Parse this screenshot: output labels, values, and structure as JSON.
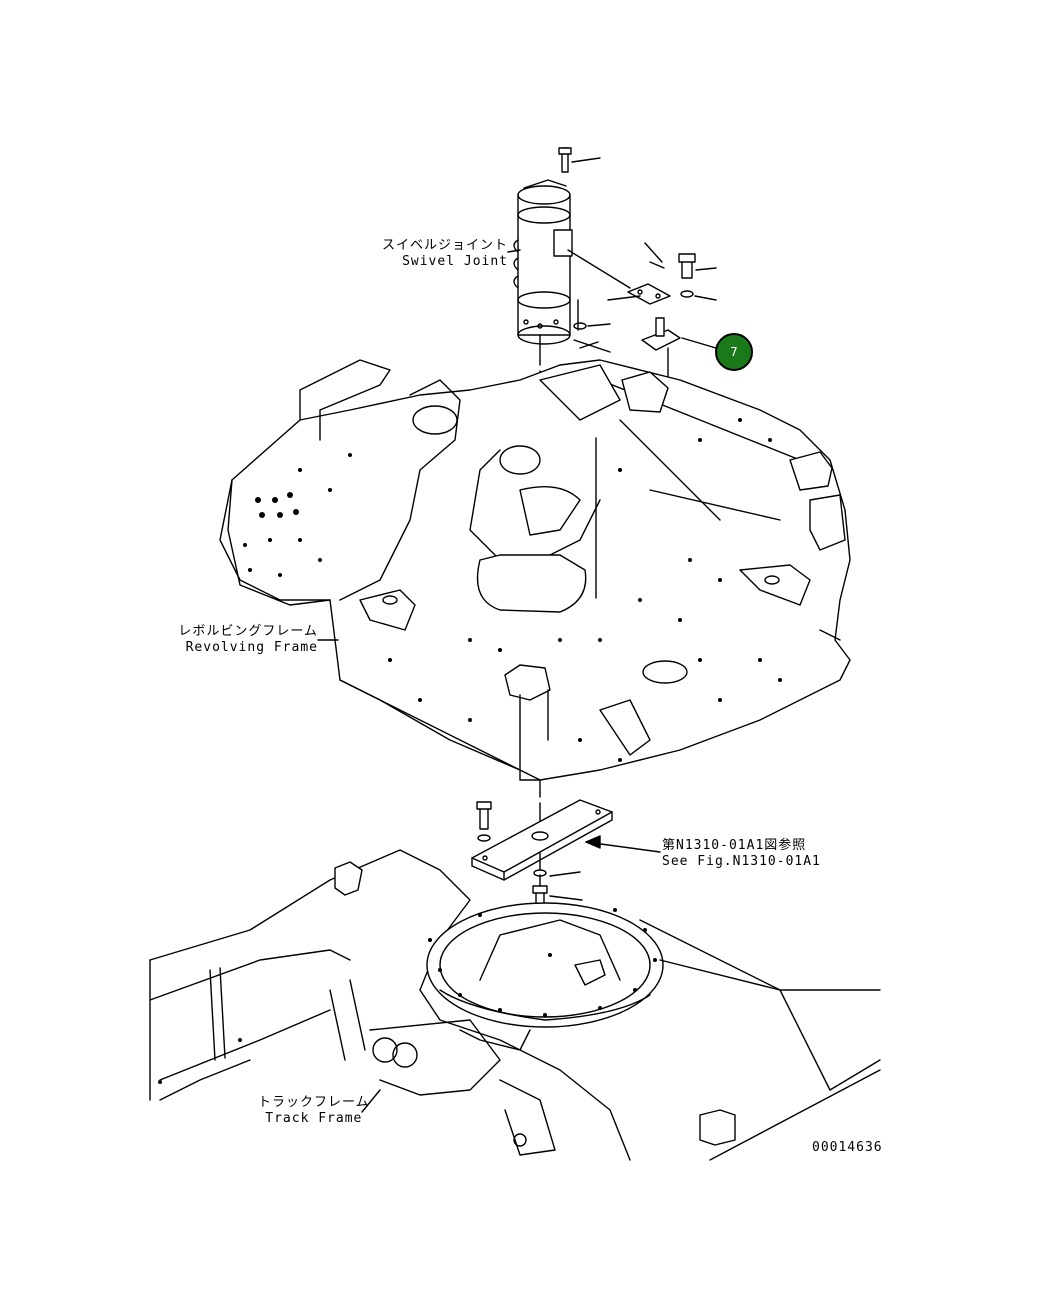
{
  "labels": {
    "swivel_jp": "スイベルジョイント",
    "swivel_en": "Swivel Joint",
    "revolving_jp": "レボルビングフレーム",
    "revolving_en": "Revolving Frame",
    "see_fig_jp": "第N1310-01A1図参照",
    "see_fig_en": "See Fig.N1310-01A1",
    "track_jp": "トラックフレーム",
    "track_en": "Track Frame",
    "drawing_no": "00014636"
  },
  "callout": {
    "number": "7",
    "color": "#1a7a1a"
  }
}
